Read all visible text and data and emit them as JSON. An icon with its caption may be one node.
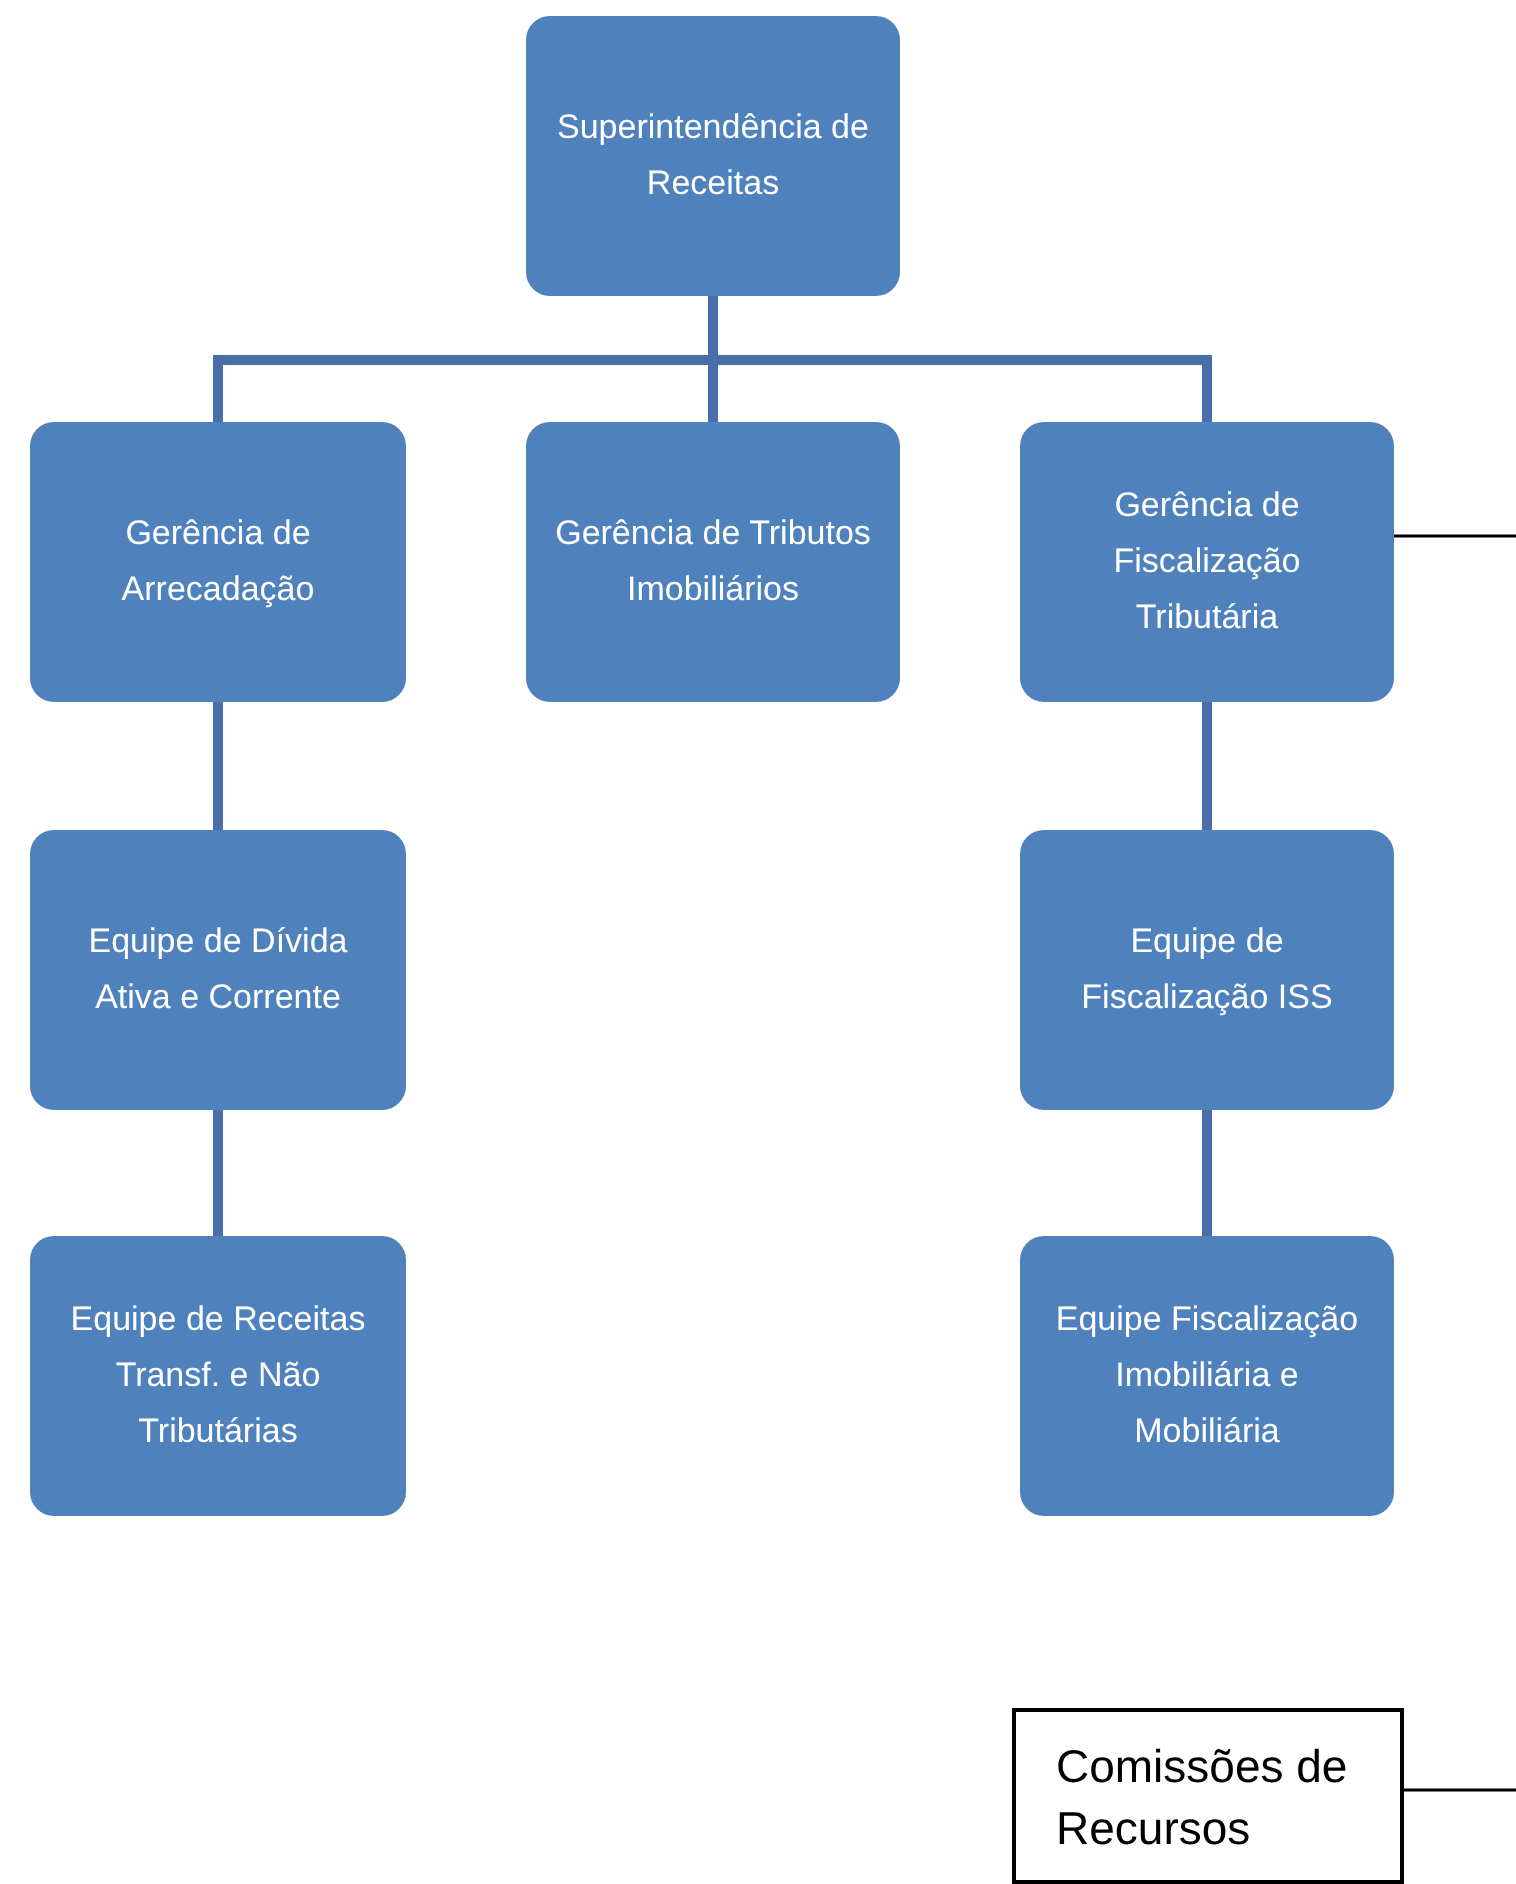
{
  "diagram": {
    "nodes": [
      {
        "text": [
          "Superintendência de Receitas"
        ]
      },
      {
        "text": [
          "Gerência de Arrecadação"
        ]
      },
      {
        "text": [
          "Gerência de Tributos Imobiliários"
        ]
      },
      {
        "text": [
          "Gerência de Fiscalização Tributária"
        ]
      },
      {
        "text": [
          "Equipe de Dívida Ativa e Corrente"
        ]
      },
      {
        "text": [
          "Equipe de Fiscalização ISS"
        ]
      },
      {
        "text": [
          "Equipe de Receitas Transf. e Não Tributárias"
        ]
      },
      {
        "text": [
          "Equipe Fiscalização Imobiliária e Mobiliária"
        ]
      },
      {
        "text": [
          "Comissões de Recursos"
        ]
      }
    ],
    "edges": [
      {
        "from": 0,
        "to": 1,
        "arrow": "none"
      },
      {
        "from": 0,
        "to": 2,
        "arrow": "none"
      },
      {
        "from": 0,
        "to": 3,
        "arrow": "none"
      },
      {
        "from": 1,
        "to": 4,
        "arrow": "none"
      },
      {
        "from": 4,
        "to": 6,
        "arrow": "none"
      },
      {
        "from": 3,
        "to": 5,
        "arrow": "none"
      },
      {
        "from": 5,
        "to": 7,
        "arrow": "none"
      },
      {
        "from": 3,
        "to": null,
        "arrow": "none",
        "color": "#000000"
      },
      {
        "from": 8,
        "to": null,
        "arrow": "none",
        "color": "#000000"
      }
    ]
  }
}
